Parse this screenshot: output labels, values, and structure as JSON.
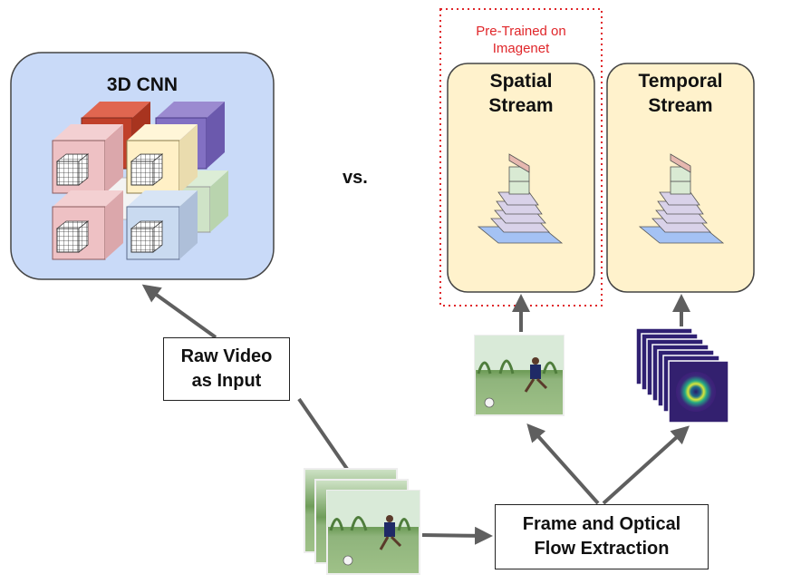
{
  "cnn_panel": {
    "title": "3D CNN"
  },
  "vs_label": "vs.",
  "pretrained_note": "Pre-Trained on\nImagenet",
  "spatial_panel": {
    "title_line1": "Spatial",
    "title_line2": "Stream"
  },
  "temporal_panel": {
    "title_line1": "Temporal",
    "title_line2": "Stream"
  },
  "raw_video_box": {
    "label": "Raw Video\nas Input"
  },
  "extraction_box": {
    "label": "Frame and Optical\nFlow Extraction"
  },
  "colors": {
    "cnn_panel_bg": "#c9daf8",
    "stream_panel_bg": "#fff2cc",
    "pretrained_border": "#e0262a",
    "arrow": "#5f5f5f"
  }
}
